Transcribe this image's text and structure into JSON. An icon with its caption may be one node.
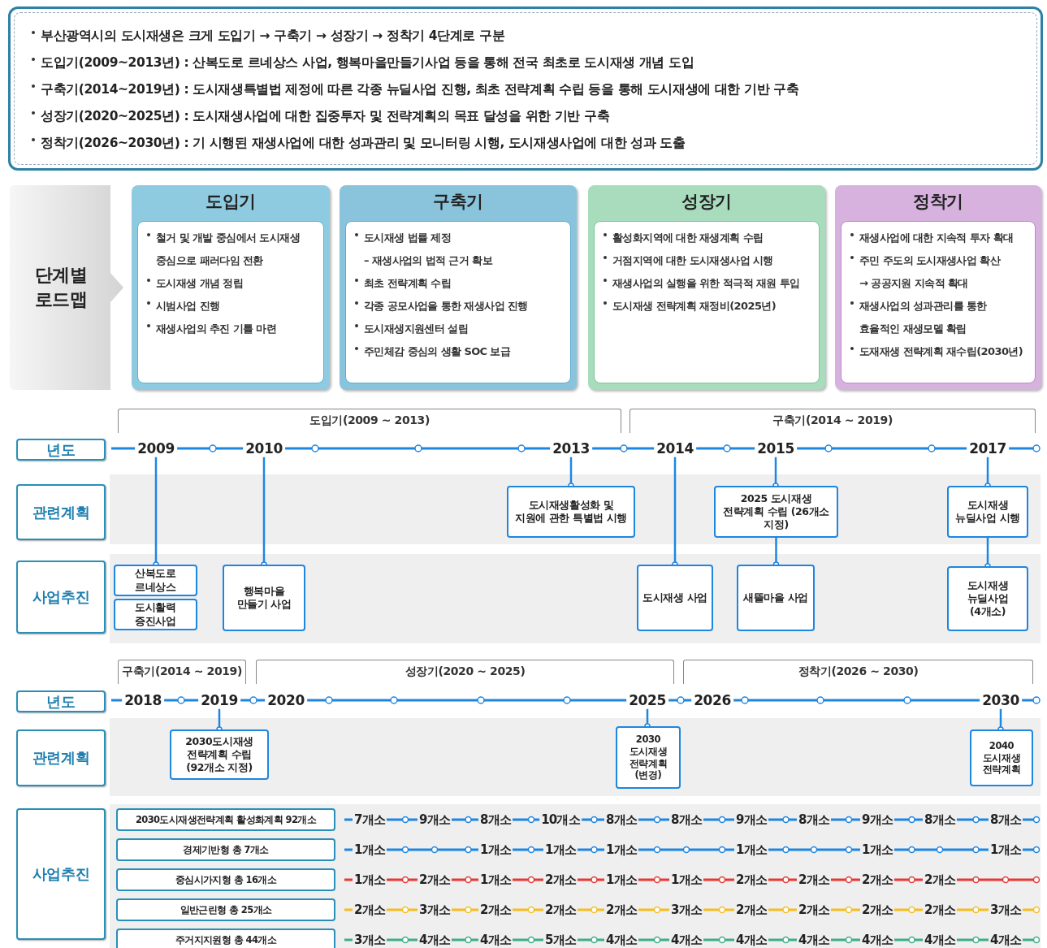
{
  "diagram": {
    "nodes": [
      {
        "text": [
          "부산광역시의 도시재생은 크게 도입기 → 구축기 → 성장기 → 정착기 4단계로 구분",
          "도입기(2009~2013년) : 산복도로 르네상스 사업, 행복마을만들기사업 등을 통해 전국 최초로 도시재생 개념 도입",
          "구축기(2014~2019년) : 도시재생특별법 제정에 따른 각종 뉴딜사업 진행, 최초 전략계획 수립 등을 통해 도시재생에 대한 기반 구축",
          "성장기(2020~2025년) : 도시재생사업에 대한 집중투자 및 전략계획의 목표 달성을 위한 기반 구축",
          "정착기(2026~2030년) : 기 시행된 재생사업에 대한 성과관리 및 모니터링 시행, 도시재생사업에 대한 성과 도출"
        ]
      },
      {
        "text": [
          "단계별 로드맵"
        ]
      },
      {
        "text": [
          "도입기",
          "철거 및 개발 중심에서 도시재생 중심으로 패러다임 전환",
          "도시재생 개념 정립",
          "시범사업 진행",
          "재생사업의 추진 기틀 마련"
        ]
      },
      {
        "text": [
          "구축기",
          "도시재생 법률 제정",
          "– 재생사업의 법적 근거 확보",
          "최초 전략계획 수립",
          "각종 공모사업을 통한 재생사업 진행",
          "도시재생지원센터 설립",
          "주민체감 중심의 생활 SOC 보급"
        ]
      },
      {
        "text": [
          "성장기",
          "활성화지역에 대한 재생계획 수립",
          "거점지역에 대한 도시재생사업 시행",
          "재생사업의 실행을 위한 적극적 재원 투입",
          "도시재생 전략계획 재정비(2025년)"
        ]
      },
      {
        "text": [
          "정착기",
          "재생사업에 대한 지속적 투자 확대",
          "주민 주도의 도시재생사업 확산",
          "→ 공공지원 지속적 확대",
          "재생사업의 성과관리를 통한 효율적인 재생모델 확립",
          "도재재생 전략계획 재수립(2030년)"
        ]
      },
      {
        "text": [
          "도입기(2009 ~ 2013)"
        ]
      },
      {
        "text": [
          "구축기(2014 ~ 2019)"
        ]
      },
      {
        "text": [
          "년도"
        ]
      },
      {
        "text": [
          "관련계획"
        ]
      },
      {
        "text": [
          "사업추진"
        ]
      },
      {
        "text": [
          "2009"
        ]
      },
      {
        "text": [
          "2010"
        ]
      },
      {
        "text": [
          "2013"
        ]
      },
      {
        "text": [
          "2014"
        ]
      },
      {
        "text": [
          "2015"
        ]
      },
      {
        "text": [
          "2017"
        ]
      },
      {
        "text": [
          "도시재생활성화 및 지원에 관한 특별법 시행"
        ]
      },
      {
        "text": [
          "2025 도시재생 전략계획 수립 (26개소 지정)"
        ]
      },
      {
        "text": [
          "도시재생 뉴딜사업 시행"
        ]
      },
      {
        "text": [
          "산복도로 르네상스"
        ]
      },
      {
        "text": [
          "도시활력 증진사업"
        ]
      },
      {
        "text": [
          "행복마을 만들기 사업"
        ]
      },
      {
        "text": [
          "도시재생 사업"
        ]
      },
      {
        "text": [
          "새뜰마을 사업"
        ]
      },
      {
        "text": [
          "도시재생 뉴딜사업 (4개소)"
        ]
      },
      {
        "text": [
          "구축기(2014 ~ 2019)"
        ]
      },
      {
        "text": [
          "성장기(2020 ~ 2025)"
        ]
      },
      {
        "text": [
          "정착기(2026 ~ 2030)"
        ]
      },
      {
        "text": [
          "년도"
        ]
      },
      {
        "text": [
          "관련계획"
        ]
      },
      {
        "text": [
          "2018"
        ]
      },
      {
        "text": [
          "2019"
        ]
      },
      {
        "text": [
          "2020"
        ]
      },
      {
        "text": [
          "2025"
        ]
      },
      {
        "text": [
          "2026"
        ]
      },
      {
        "text": [
          "2030"
        ]
      },
      {
        "text": [
          "2030도시재생 전략계획 수립 (92개소 지정)"
        ]
      },
      {
        "text": [
          "2030 도시재생 전략계획 (변경)"
        ]
      },
      {
        "text": [
          "2040 도시재생 전략계획"
        ]
      },
      {
        "text": [
          "사업추진"
        ]
      },
      {
        "text": [
          "2030도시재생전략계획 활성화계획 92개소"
        ]
      },
      {
        "text": [
          "경제기반형 총 7개소"
        ]
      },
      {
        "text": [
          "중심시가지형 총 16개소"
        ]
      },
      {
        "text": [
          "일반근린형 총 25개소"
        ]
      },
      {
        "text": [
          "주거지지원형 총 44개소"
        ]
      }
    ],
    "edges": [
      {
        "from": 11,
        "to": 20,
        "arrow": "other"
      },
      {
        "from": 12,
        "to": 22,
        "arrow": "other"
      },
      {
        "from": 13,
        "to": 17,
        "arrow": "other"
      },
      {
        "from": 14,
        "to": 23,
        "arrow": "other"
      },
      {
        "from": 15,
        "to": 18,
        "arrow": "other"
      },
      {
        "from": 18,
        "to": 24,
        "arrow": "other"
      },
      {
        "from": 16,
        "to": 19,
        "arrow": "other"
      },
      {
        "from": 19,
        "to": 25,
        "arrow": "other"
      },
      {
        "from": 32,
        "to": 37,
        "arrow": "other"
      },
      {
        "from": 34,
        "to": 38,
        "arrow": "other"
      },
      {
        "from": 36,
        "to": 39,
        "arrow": "other"
      }
    ],
    "labels": [
      "7개소",
      "9개소",
      "8개소",
      "10개소",
      "8개소",
      "8개소",
      "9개소",
      "8개소",
      "9개소",
      "8개소",
      "8개소",
      "1개소",
      "1개소",
      "1개소",
      "1개소",
      "1개소",
      "1개소",
      "1개소",
      "1개소",
      "2개소",
      "1개소",
      "2개소",
      "1개소",
      "1개소",
      "2개소",
      "2개소",
      "2개소",
      "2개소",
      "2개소",
      "3개소",
      "2개소",
      "2개소",
      "2개소",
      "3개소",
      "2개소",
      "2개소",
      "2개소",
      "2개소",
      "3개소",
      "3개소",
      "4개소",
      "4개소",
      "5개소",
      "4개소",
      "4개소",
      "4개소",
      "4개소",
      "4개소",
      "4개소",
      "4개소"
    ]
  }
}
